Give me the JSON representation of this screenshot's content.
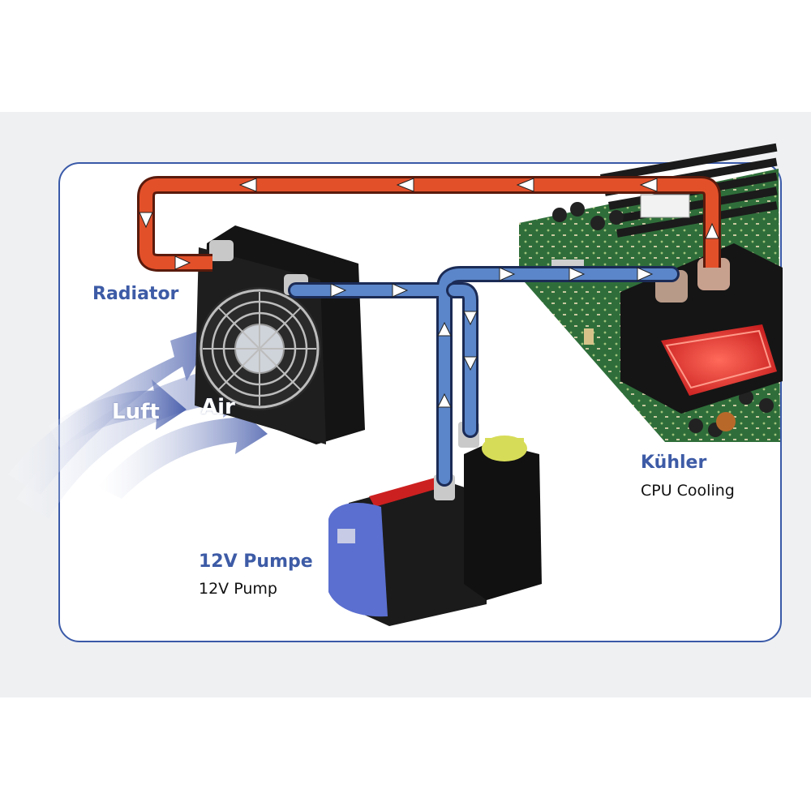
{
  "labels": {
    "radiator": "Radiator",
    "cooler_de": "Kühler",
    "cooler_en": "CPU Cooling",
    "pump_de": "12V Pumpe",
    "pump_en": "12V Pump",
    "air_de": "Luft",
    "air_en": "Air"
  },
  "colors": {
    "hot_tube": "#e2502a",
    "cold_tube": "#5b86c9",
    "frame": "#3a5aa8",
    "label_blue": "#3d5ba6",
    "board_green": "#2f6e3a",
    "cpu_block_red": "#e83a30",
    "pump_blue": "#5b6fd0"
  },
  "icons": [
    "fan-icon",
    "flow-arrow-icon",
    "air-flow-arrow-icon"
  ]
}
